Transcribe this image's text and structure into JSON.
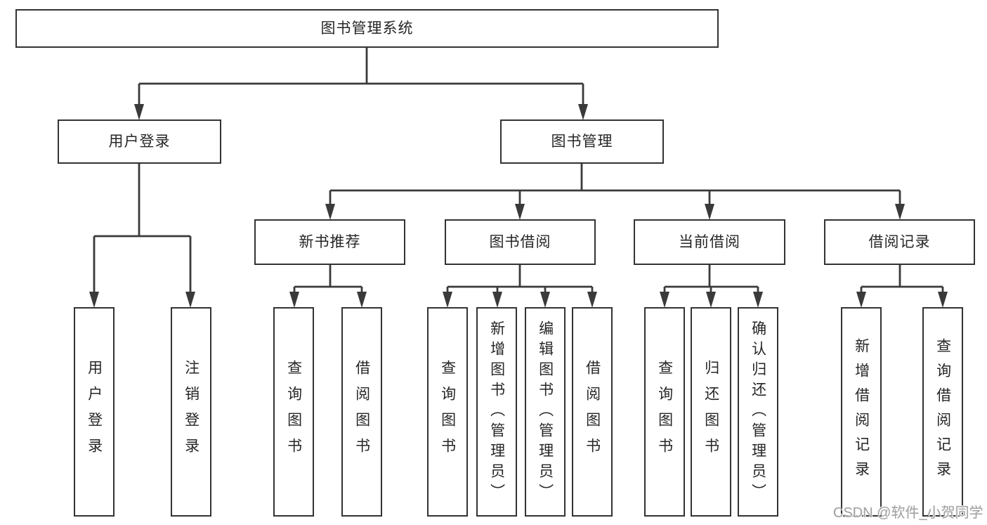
{
  "tree": {
    "root": "图书管理系统",
    "children": [
      {
        "label": "用户登录",
        "children": [
          {
            "label": "用户登录"
          },
          {
            "label": "注销登录"
          }
        ]
      },
      {
        "label": "图书管理",
        "children": [
          {
            "label": "新书推荐",
            "children": [
              {
                "label": "查询图书"
              },
              {
                "label": "借阅图书"
              }
            ]
          },
          {
            "label": "图书借阅",
            "children": [
              {
                "label": "查询图书"
              },
              {
                "label": "新增图书（管理员）"
              },
              {
                "label": "编辑图书（管理员）"
              },
              {
                "label": "借阅图书"
              }
            ]
          },
          {
            "label": "当前借阅",
            "children": [
              {
                "label": "查询图书"
              },
              {
                "label": "归还图书"
              },
              {
                "label": "确认归还（管理员）"
              }
            ]
          },
          {
            "label": "借阅记录",
            "children": [
              {
                "label": "新增借阅记录"
              },
              {
                "label": "查询借阅记录"
              }
            ]
          }
        ]
      }
    ]
  },
  "watermark": {
    "text": "CSDN @软件_小贺同学"
  },
  "colors": {
    "line": "#3a3a3a",
    "box_border": "#333333",
    "box_fill": "#ffffff",
    "text": "#262626",
    "watermark": "#a0a0a0"
  }
}
